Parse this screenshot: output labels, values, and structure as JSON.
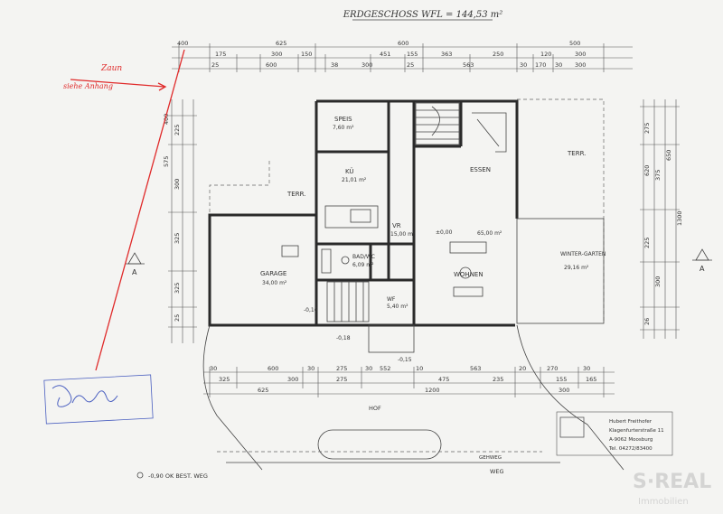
{
  "title": "ERDGESCHOSS  WFL = 144,53 m²",
  "annotation": {
    "fence_line1": "Zaun",
    "fence_line2": "siehe Anhang",
    "color": "#e02a2a"
  },
  "rooms": [
    {
      "key": "speis",
      "name": "SPEIS",
      "area": "7,60 m²"
    },
    {
      "key": "kue",
      "name": "KÜ",
      "area": "21,01 m²"
    },
    {
      "key": "essen",
      "name": "ESSEN",
      "area": ""
    },
    {
      "key": "terr_right",
      "name": "TERR.",
      "area": ""
    },
    {
      "key": "terr_left",
      "name": "TERR.",
      "area": ""
    },
    {
      "key": "vr",
      "name": "VR",
      "area": "15,00 m²"
    },
    {
      "key": "bad",
      "name": "BAD/WC",
      "area": "6,09 m²"
    },
    {
      "key": "wohnen",
      "name": "WOHNEN",
      "area": "65,00 m²"
    },
    {
      "key": "wintergarten",
      "name": "WINTER-GARTEN",
      "area": "29,16 m²"
    },
    {
      "key": "garage",
      "name": "GARAGE",
      "area": "34,00 m²"
    },
    {
      "key": "wf",
      "name": "WF",
      "area": "5,40 m²"
    }
  ],
  "dimensions": {
    "top_row1": [
      "400",
      "625",
      "600",
      "500"
    ],
    "top_row2": [
      "175",
      "300",
      "150",
      "451",
      "155",
      "363",
      "250",
      "120",
      "300"
    ],
    "top_row3": [
      "25",
      "600",
      "38",
      "300",
      "25",
      "563",
      "30",
      "170",
      "30",
      "300"
    ],
    "bottom_row1": [
      "30",
      "600",
      "30",
      "275",
      "30",
      "552",
      "10",
      "563",
      "20",
      "270",
      "30"
    ],
    "bottom_row2": [
      "325",
      "300",
      "275",
      "475",
      "235",
      "155",
      "165"
    ],
    "bottom_row3": [
      "625",
      "1200",
      "300"
    ],
    "left_side": [
      "400",
      "225",
      "575",
      "300",
      "325",
      "325",
      "25"
    ],
    "right_side": [
      "275",
      "620",
      "375",
      "650",
      "1300",
      "225",
      "300",
      "26"
    ]
  },
  "labels": {
    "section_left": "A",
    "section_right": "A",
    "hof": "HOF",
    "weg": "WEG",
    "gehweg": "GEHWEG",
    "level_note": "-0,90 OK BEST. WEG",
    "level_0": "±0,00",
    "level_garage": "-0,16",
    "level_entry": "-0,18",
    "level_entry2": "-0,15"
  },
  "stamp": {
    "name": "Hubert Freithofer",
    "street": "Klagenfurterstraße 11",
    "city": "A-9062 Moosburg",
    "phone": "Tel. 04272/83400"
  },
  "watermark": {
    "line1": "S·REAL",
    "line2": "Immobilien"
  }
}
